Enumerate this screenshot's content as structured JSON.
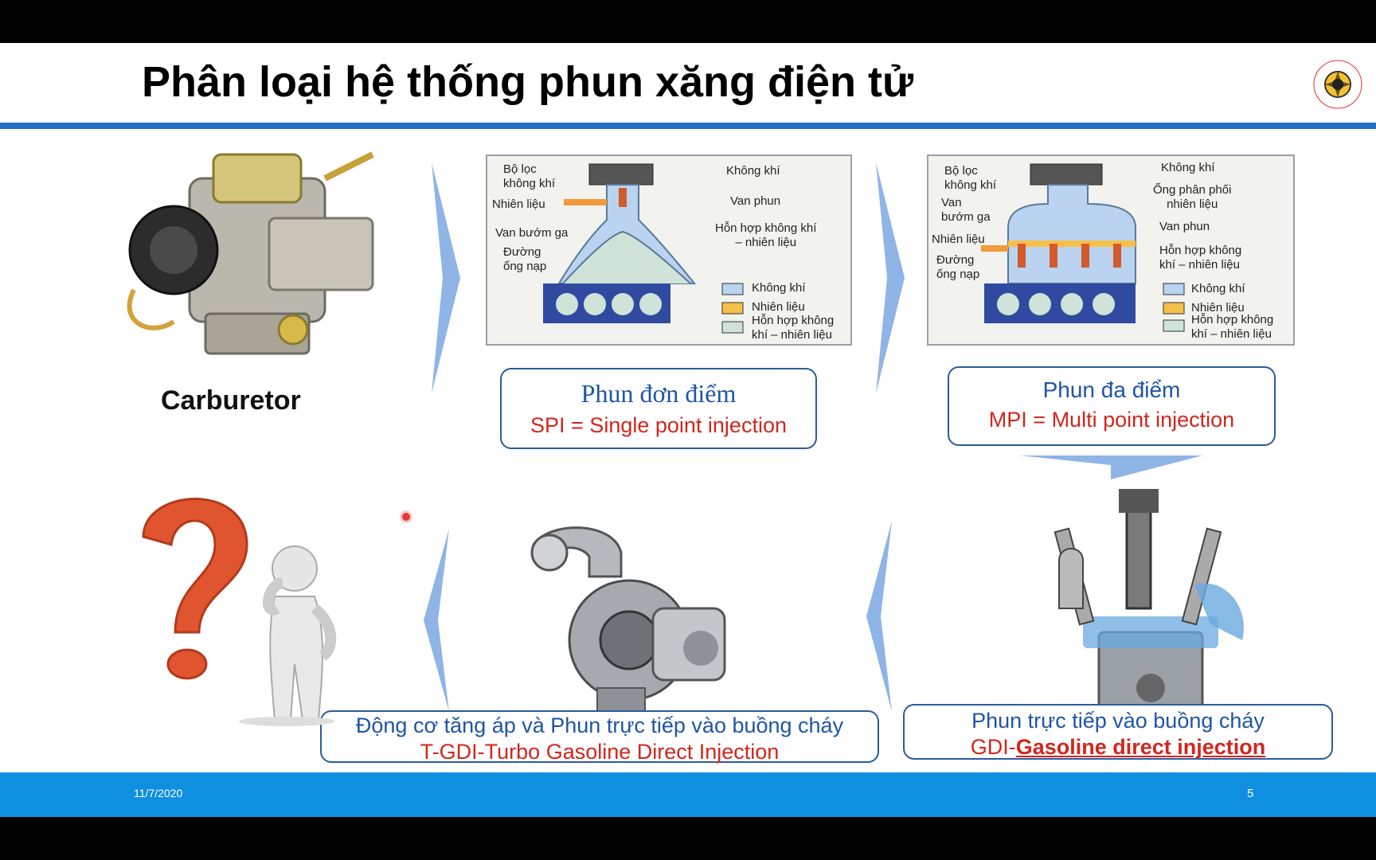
{
  "slide": {
    "title": "Phân loại hệ thống phun xăng điện tử",
    "footer_date": "11/7/2020",
    "page_number": "5"
  },
  "carburetor": {
    "label": "Carburetor"
  },
  "spi": {
    "diagram_labels": {
      "filter": "Bộ lọc\nkhông khí",
      "fuel": "Nhiên liệu",
      "throttle": "Van bướm ga",
      "intake": "Đường\nống nạp",
      "air": "Không khí",
      "injector": "Van phun",
      "mixture": "Hỗn hợp không khí\n– nhiên liệu"
    },
    "legend": [
      "Không khí",
      "Nhiên liệu",
      "Hỗn hợp không\nkhí – nhiên liệu"
    ],
    "title": "Phun đơn điểm",
    "subtitle": "SPI = Single point injection"
  },
  "mpi": {
    "diagram_labels": {
      "filter": "Bộ lọc\nkhông khí",
      "throttle": "Van\nbướm ga",
      "fuel": "Nhiên liệu",
      "intake": "Đường\nống nạp",
      "air": "Không khí",
      "rail": "Ống phân phối\nnhiên liệu",
      "injector": "Van phun",
      "mixture": "Hỗn hợp không\nkhí – nhiên liệu"
    },
    "legend": [
      "Không khí",
      "Nhiên liệu",
      "Hỗn hợp không\nkhí – nhiên liệu"
    ],
    "title": "Phun đa điểm",
    "subtitle": "MPI = Multi point injection"
  },
  "gdi": {
    "title": "Phun trực tiếp vào buồng cháy",
    "subtitle_prefix": "GDI-",
    "subtitle_emph": "Gasoline direct injection"
  },
  "tgdi": {
    "title": "Động cơ tăng áp và Phun trực tiếp vào buồng cháy",
    "subtitle": "T-GDI-Turbo Gasoline Direct Injection"
  },
  "colors": {
    "accent_blue": "#1f6fc4",
    "footer_blue": "#0f8fe0",
    "arrow_blue": "#8fb4e6",
    "caption_red": "#d2261e",
    "caption_blue": "#1f55a6",
    "air_fill": "#b9d3f0",
    "fuel_fill": "#f5c04a",
    "mix_fill": "#cfe3d8"
  },
  "icons": [
    "question-mark-person-icon",
    "carburetor-image",
    "turbocharger-image",
    "gdi-engine-image",
    "logo-seal-icon"
  ]
}
